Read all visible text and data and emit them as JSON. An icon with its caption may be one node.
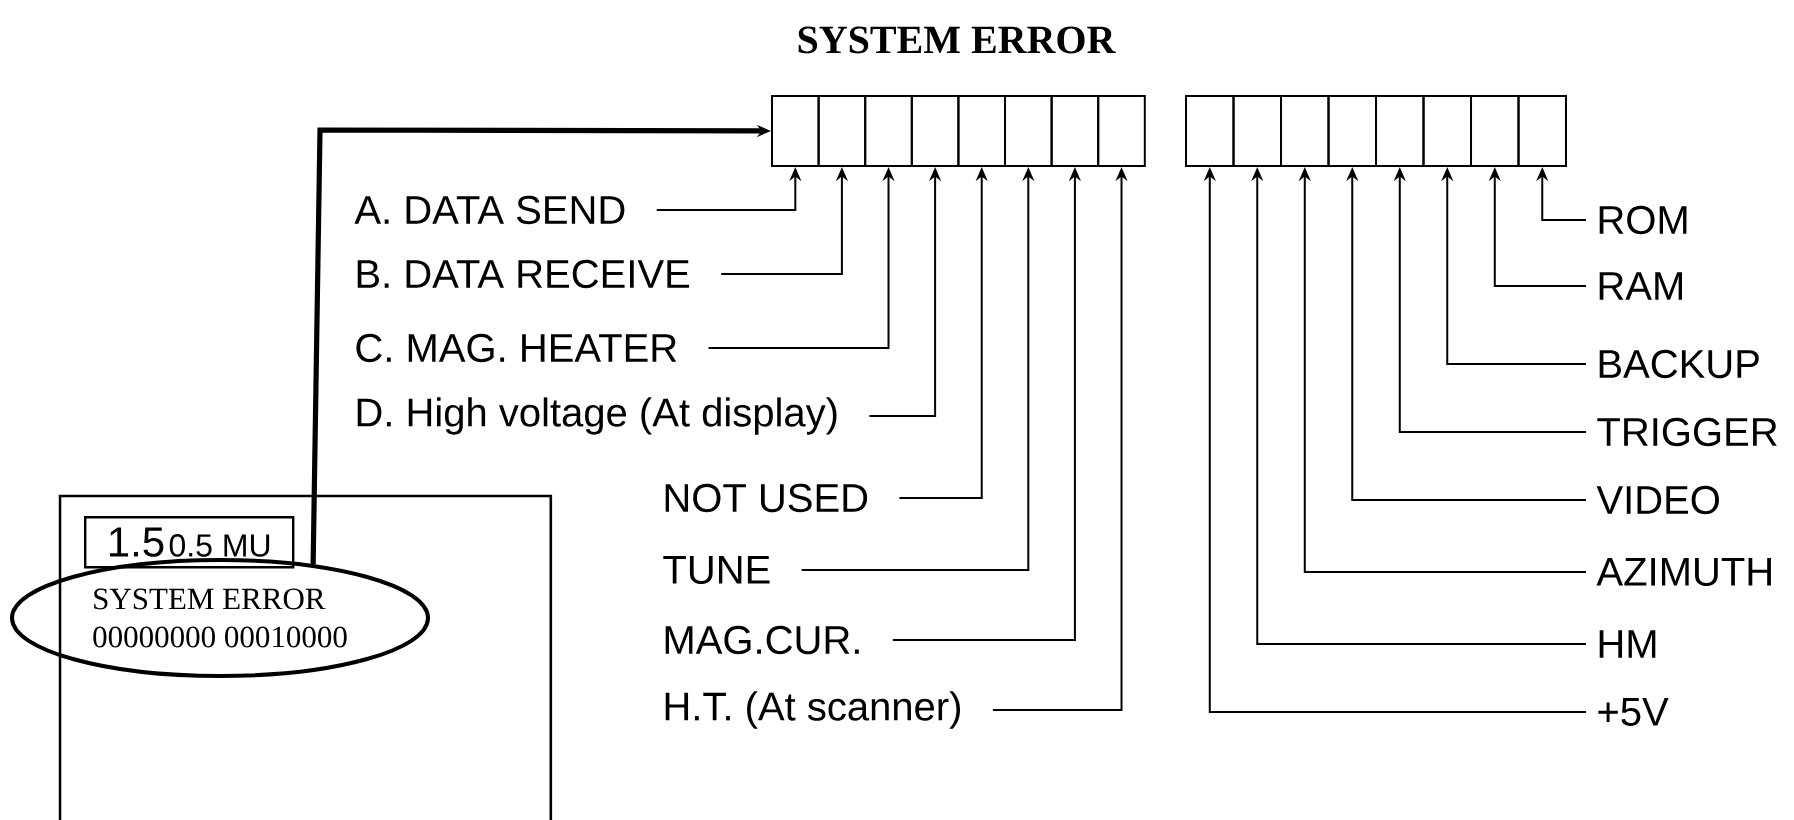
{
  "diagram": {
    "title": "SYSTEM ERROR",
    "nodes": [
      {
        "text": [],
        "shape": "box"
      },
      {
        "text": [],
        "shape": "box"
      },
      {
        "text": [],
        "shape": "box"
      },
      {
        "text": [],
        "shape": "box"
      },
      {
        "text": [],
        "shape": "box"
      },
      {
        "text": [],
        "shape": "box"
      },
      {
        "text": [],
        "shape": "box"
      },
      {
        "text": [],
        "shape": "box"
      },
      {
        "text": [],
        "shape": "box"
      },
      {
        "text": [],
        "shape": "box"
      },
      {
        "text": [],
        "shape": "box"
      },
      {
        "text": [],
        "shape": "box"
      },
      {
        "text": [],
        "shape": "box"
      },
      {
        "text": [],
        "shape": "box"
      },
      {
        "text": [],
        "shape": "box"
      },
      {
        "text": [],
        "shape": "box"
      },
      {
        "text": [
          "A. DATA SEND"
        ]
      },
      {
        "text": [
          "B. DATA RECEIVE"
        ]
      },
      {
        "text": [
          "C. MAG. HEATER"
        ]
      },
      {
        "text": [
          "D. High voltage (At display)"
        ]
      },
      {
        "text": [
          "NOT USED"
        ]
      },
      {
        "text": [
          "TUNE"
        ]
      },
      {
        "text": [
          "MAG.CUR."
        ]
      },
      {
        "text": [
          "H.T. (At scanner)"
        ]
      },
      {
        "text": [
          "ROM"
        ]
      },
      {
        "text": [
          "RAM"
        ]
      },
      {
        "text": [
          "BACKUP"
        ]
      },
      {
        "text": [
          "TRIGGER"
        ]
      },
      {
        "text": [
          "VIDEO"
        ]
      },
      {
        "text": [
          "AZIMUTH"
        ]
      },
      {
        "text": [
          "HM"
        ]
      },
      {
        "text": [
          "+5V"
        ]
      },
      {
        "text": [],
        "shape": "box"
      },
      {
        "text": [
          "1.5",
          "0.5 MU"
        ],
        "in": 32
      },
      {
        "text": [
          "SYSTEM ERROR",
          "00000000 00010000"
        ]
      }
    ],
    "edges": [
      {
        "from": 16,
        "to": 0,
        "arrow": "to"
      },
      {
        "from": 17,
        "to": 1,
        "arrow": "to"
      },
      {
        "from": 18,
        "to": 2,
        "arrow": "to"
      },
      {
        "from": 19,
        "to": 3,
        "arrow": "to"
      },
      {
        "from": 20,
        "to": 4,
        "arrow": "to"
      },
      {
        "from": 21,
        "to": 5,
        "arrow": "to"
      },
      {
        "from": 22,
        "to": 6,
        "arrow": "to"
      },
      {
        "from": 23,
        "to": 7,
        "arrow": "to"
      },
      {
        "from": 24,
        "to": 15,
        "arrow": "to"
      },
      {
        "from": 25,
        "to": 14,
        "arrow": "to"
      },
      {
        "from": 26,
        "to": 13,
        "arrow": "to"
      },
      {
        "from": 27,
        "to": 12,
        "arrow": "to"
      },
      {
        "from": 28,
        "to": 11,
        "arrow": "to"
      },
      {
        "from": 29,
        "to": 10,
        "arrow": "to"
      },
      {
        "from": 30,
        "to": 9,
        "arrow": "to"
      },
      {
        "from": 31,
        "to": 8,
        "arrow": "to"
      },
      {
        "from": 34,
        "to": 0,
        "arrow": "to",
        "style": "thick"
      }
    ]
  }
}
